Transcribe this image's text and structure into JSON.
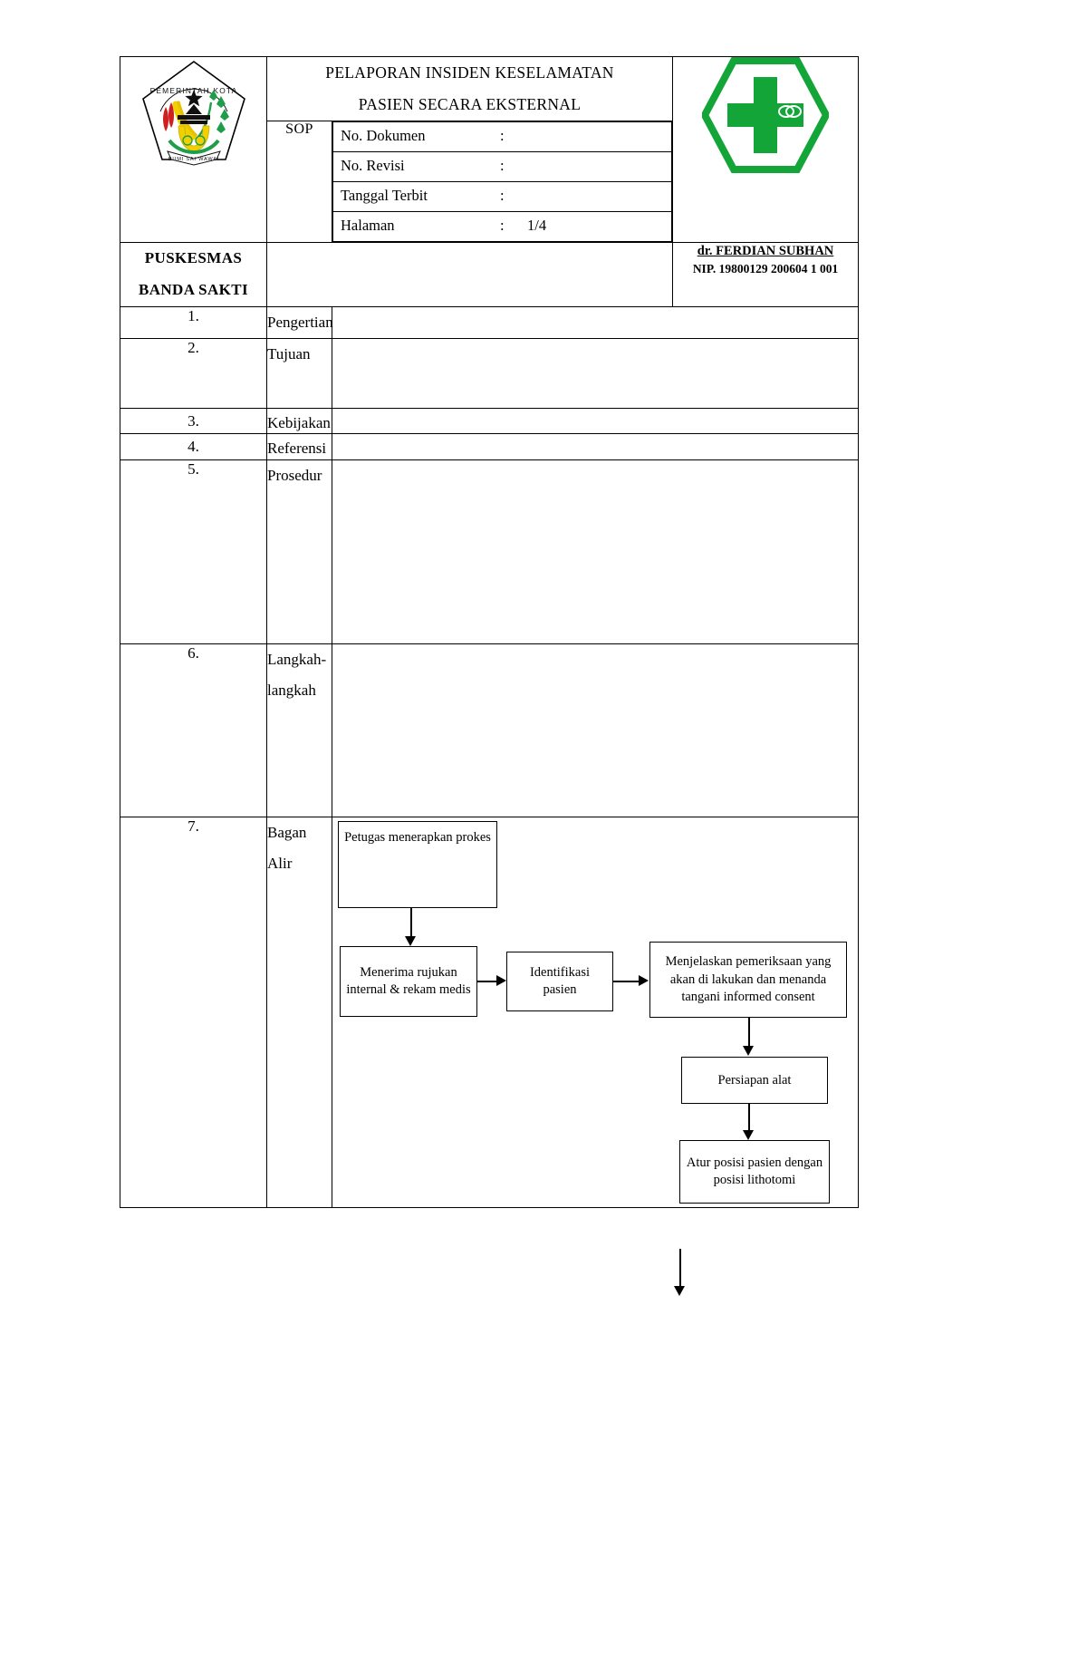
{
  "document": {
    "header": {
      "title_line1": "PELAPORAN INSIDEN KESELAMATAN",
      "title_line2": "PASIEN SECARA EKSTERNAL",
      "sop_label": "SOP",
      "left_logo_name": "pemerintah-kota-metro-emblem",
      "right_logo_name": "green-cross-puskesmas-logo",
      "meta": [
        {
          "key": "No. Dokumen",
          "sep": ":",
          "value": ""
        },
        {
          "key": "No. Revisi",
          "sep": ":",
          "value": ""
        },
        {
          "key": "Tanggal Terbit",
          "sep": ":",
          "value": ""
        },
        {
          "key": "Halaman",
          "sep": ":",
          "value": "1/4"
        }
      ]
    },
    "identity": {
      "puskesmas_line1": "PUSKESMAS",
      "puskesmas_line2": "BANDA SAKTI",
      "middle_blank": "",
      "signer_name": "dr. FERDIAN SUBHAN",
      "signer_nip": "NIP. 19800129 200604 1 001"
    },
    "sections": [
      {
        "no": "1.",
        "label": "Pengertian",
        "content": ""
      },
      {
        "no": "2.",
        "label": "Tujuan",
        "content": ""
      },
      {
        "no": "3.",
        "label": "Kebijakan",
        "content": ""
      },
      {
        "no": "4.",
        "label": "Referensi",
        "content": ""
      },
      {
        "no": "5.",
        "label": "Prosedur",
        "content": ""
      },
      {
        "no": "6.",
        "label": "Langkah-\nlangkah",
        "label_line1": "Langkah-",
        "label_line2": "langkah",
        "content": ""
      },
      {
        "no": "7.",
        "label": "Bagan Alir",
        "content": ""
      }
    ],
    "flowchart": {
      "type": "flowchart",
      "nodes": [
        {
          "id": "n1",
          "text": "Petugas menerapkan prokes"
        },
        {
          "id": "n2",
          "text": "Menerima rujukan internal & rekam medis"
        },
        {
          "id": "n3",
          "text": "Identifikasi pasien"
        },
        {
          "id": "n4",
          "text": "Menjelaskan pemeriksaan yang akan di lakukan dan menanda tangani  informed consent"
        },
        {
          "id": "n5",
          "text": "Persiapan alat"
        },
        {
          "id": "n6",
          "text": "Atur posisi pasien dengan posisi lithotomi"
        }
      ],
      "edges": [
        {
          "from": "n1",
          "to": "n2",
          "dir": "down"
        },
        {
          "from": "n2",
          "to": "n3",
          "dir": "right"
        },
        {
          "from": "n3",
          "to": "n4",
          "dir": "right"
        },
        {
          "from": "n4",
          "to": "n5",
          "dir": "down"
        },
        {
          "from": "n5",
          "to": "n6",
          "dir": "down"
        },
        {
          "from": "n6",
          "to": "next-page",
          "dir": "down"
        }
      ]
    }
  }
}
